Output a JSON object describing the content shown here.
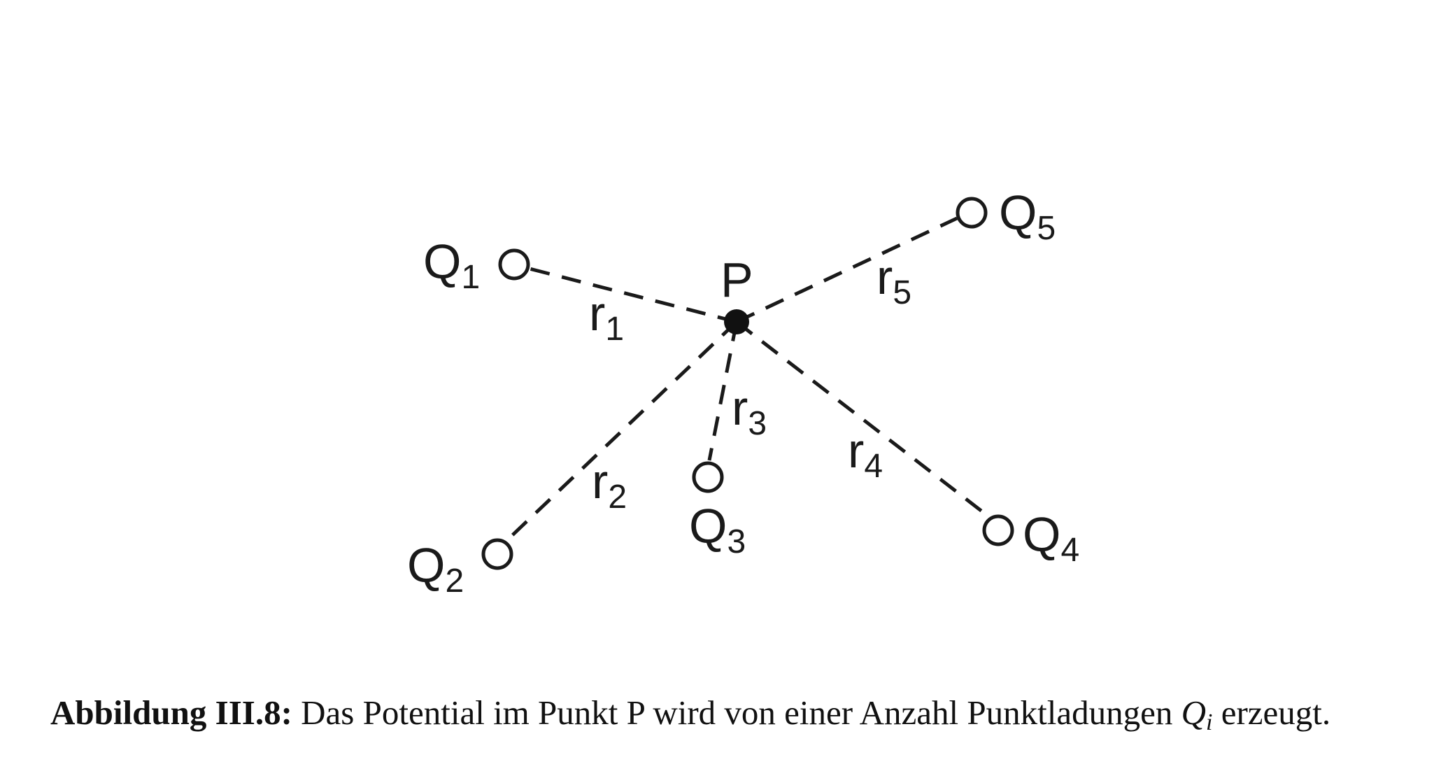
{
  "diagram": {
    "center_label": "P",
    "charges": [
      {
        "letter": "Q",
        "index": "1",
        "dist_letter": "r",
        "dist_index": "1"
      },
      {
        "letter": "Q",
        "index": "2",
        "dist_letter": "r",
        "dist_index": "2"
      },
      {
        "letter": "Q",
        "index": "3",
        "dist_letter": "r",
        "dist_index": "3"
      },
      {
        "letter": "Q",
        "index": "4",
        "dist_letter": "r",
        "dist_index": "4"
      },
      {
        "letter": "Q",
        "index": "5",
        "dist_letter": "r",
        "dist_index": "5"
      }
    ]
  },
  "caption": {
    "label": "Abbildung III.8:",
    "text": " Das Potential im Punkt P wird von einer Anzahl Punktladungen ",
    "symbol": "Q",
    "symbol_sub": "i",
    "end": " erzeugt."
  }
}
